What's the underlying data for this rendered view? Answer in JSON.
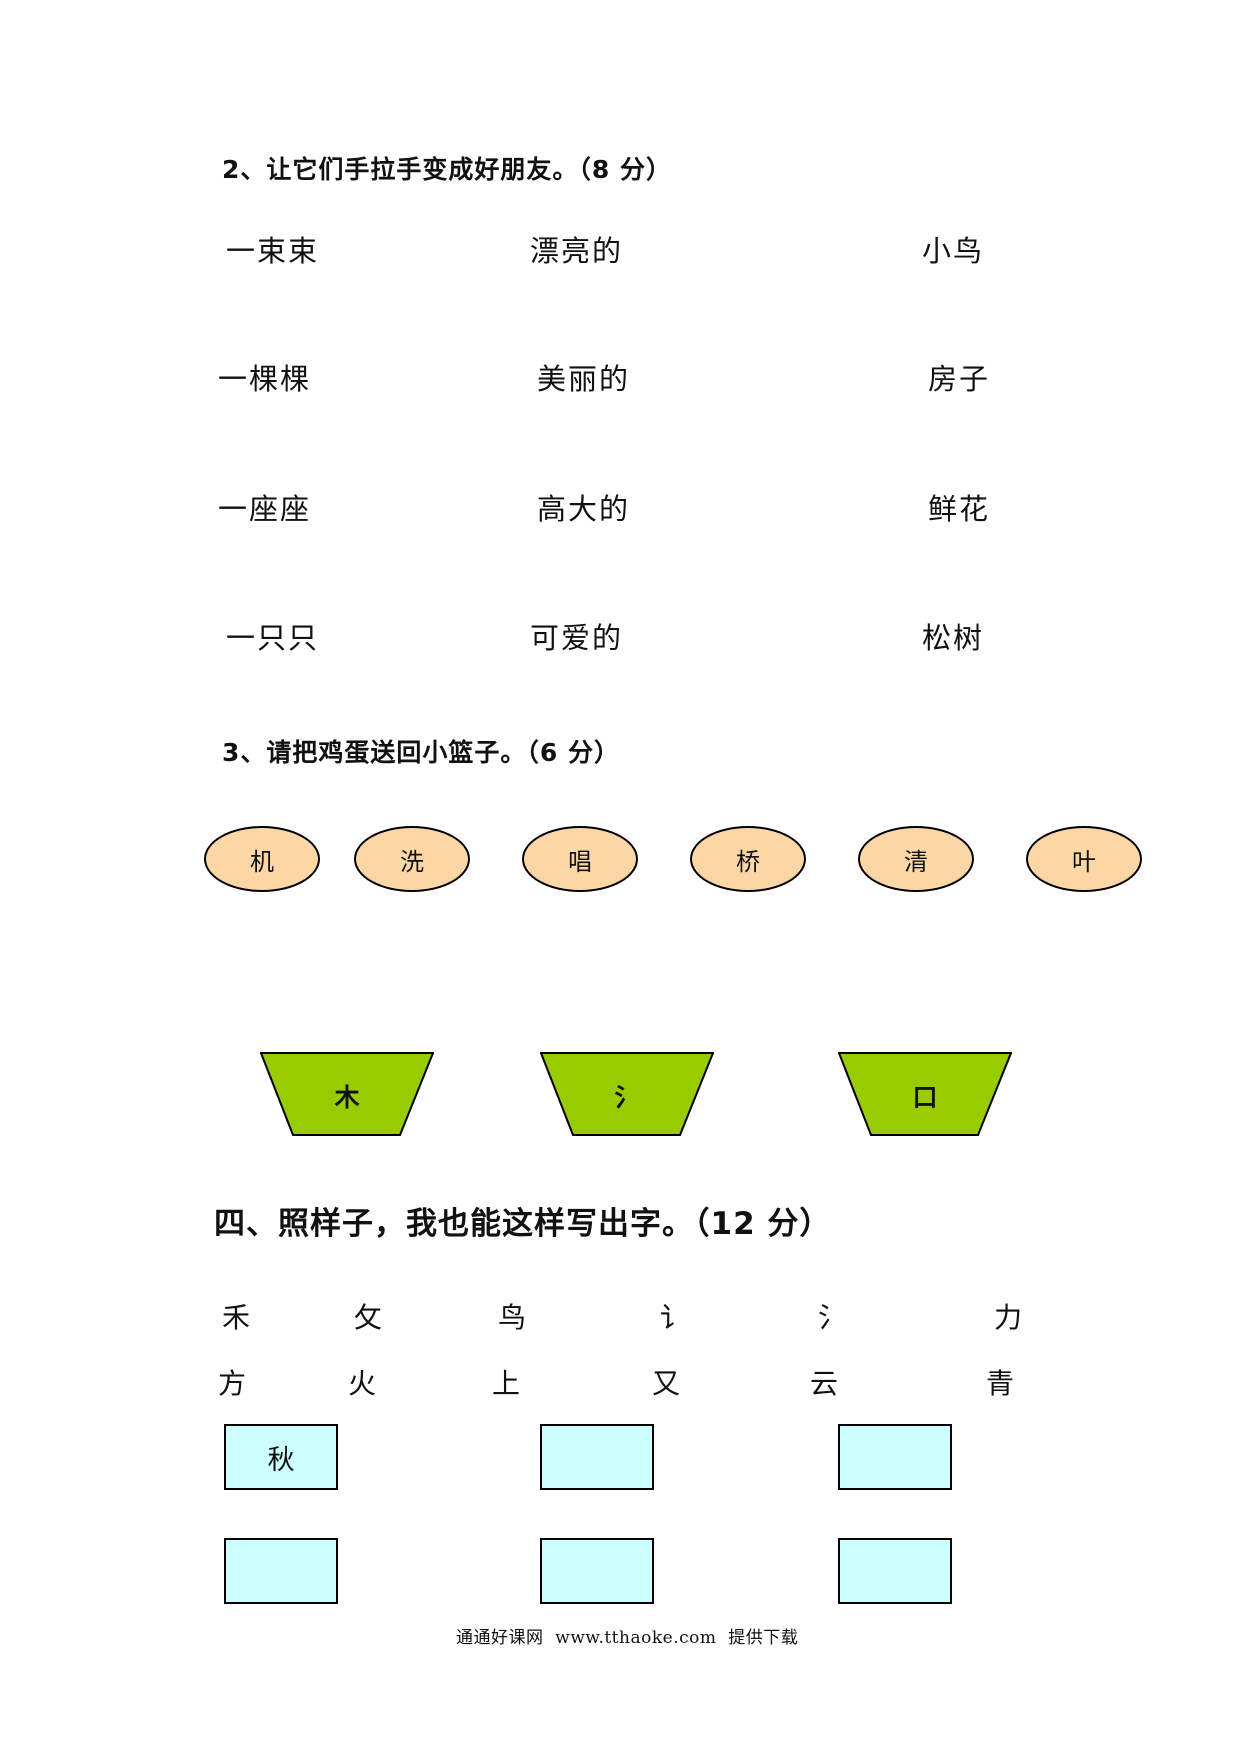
{
  "q2": {
    "title": "2、让它们手拉手变成好朋友。（8 分）",
    "col1": [
      "一束束",
      "一棵棵",
      "一座座",
      "一只只"
    ],
    "col2": [
      "漂亮的",
      "美丽的",
      "高大的",
      "可爱的"
    ],
    "col3": [
      "小鸟",
      "房子",
      "鲜花",
      "松树"
    ]
  },
  "q3": {
    "title": "3、请把鸡蛋送回小篮子。（6 分）",
    "eggs": [
      "机",
      "洗",
      "唱",
      "桥",
      "清",
      "叶"
    ],
    "baskets": [
      "木",
      "氵",
      "口"
    ]
  },
  "section4": {
    "title": "四、照样子，我也能这样写出字。（12 分）",
    "row1": [
      "禾",
      "攵",
      "鸟",
      "讠",
      "氵",
      "力"
    ],
    "row2": [
      "方",
      "火",
      "上",
      "又",
      "云",
      "青"
    ],
    "boxes_row1": [
      "秋",
      "",
      ""
    ],
    "boxes_row2": [
      "",
      "",
      ""
    ]
  },
  "colors": {
    "egg_fill": "#fbd7a6",
    "basket_fill": "#99cc00",
    "box_fill": "#ccffff"
  },
  "footer": "通通好课网  www.tthaoke.com  提供下载"
}
